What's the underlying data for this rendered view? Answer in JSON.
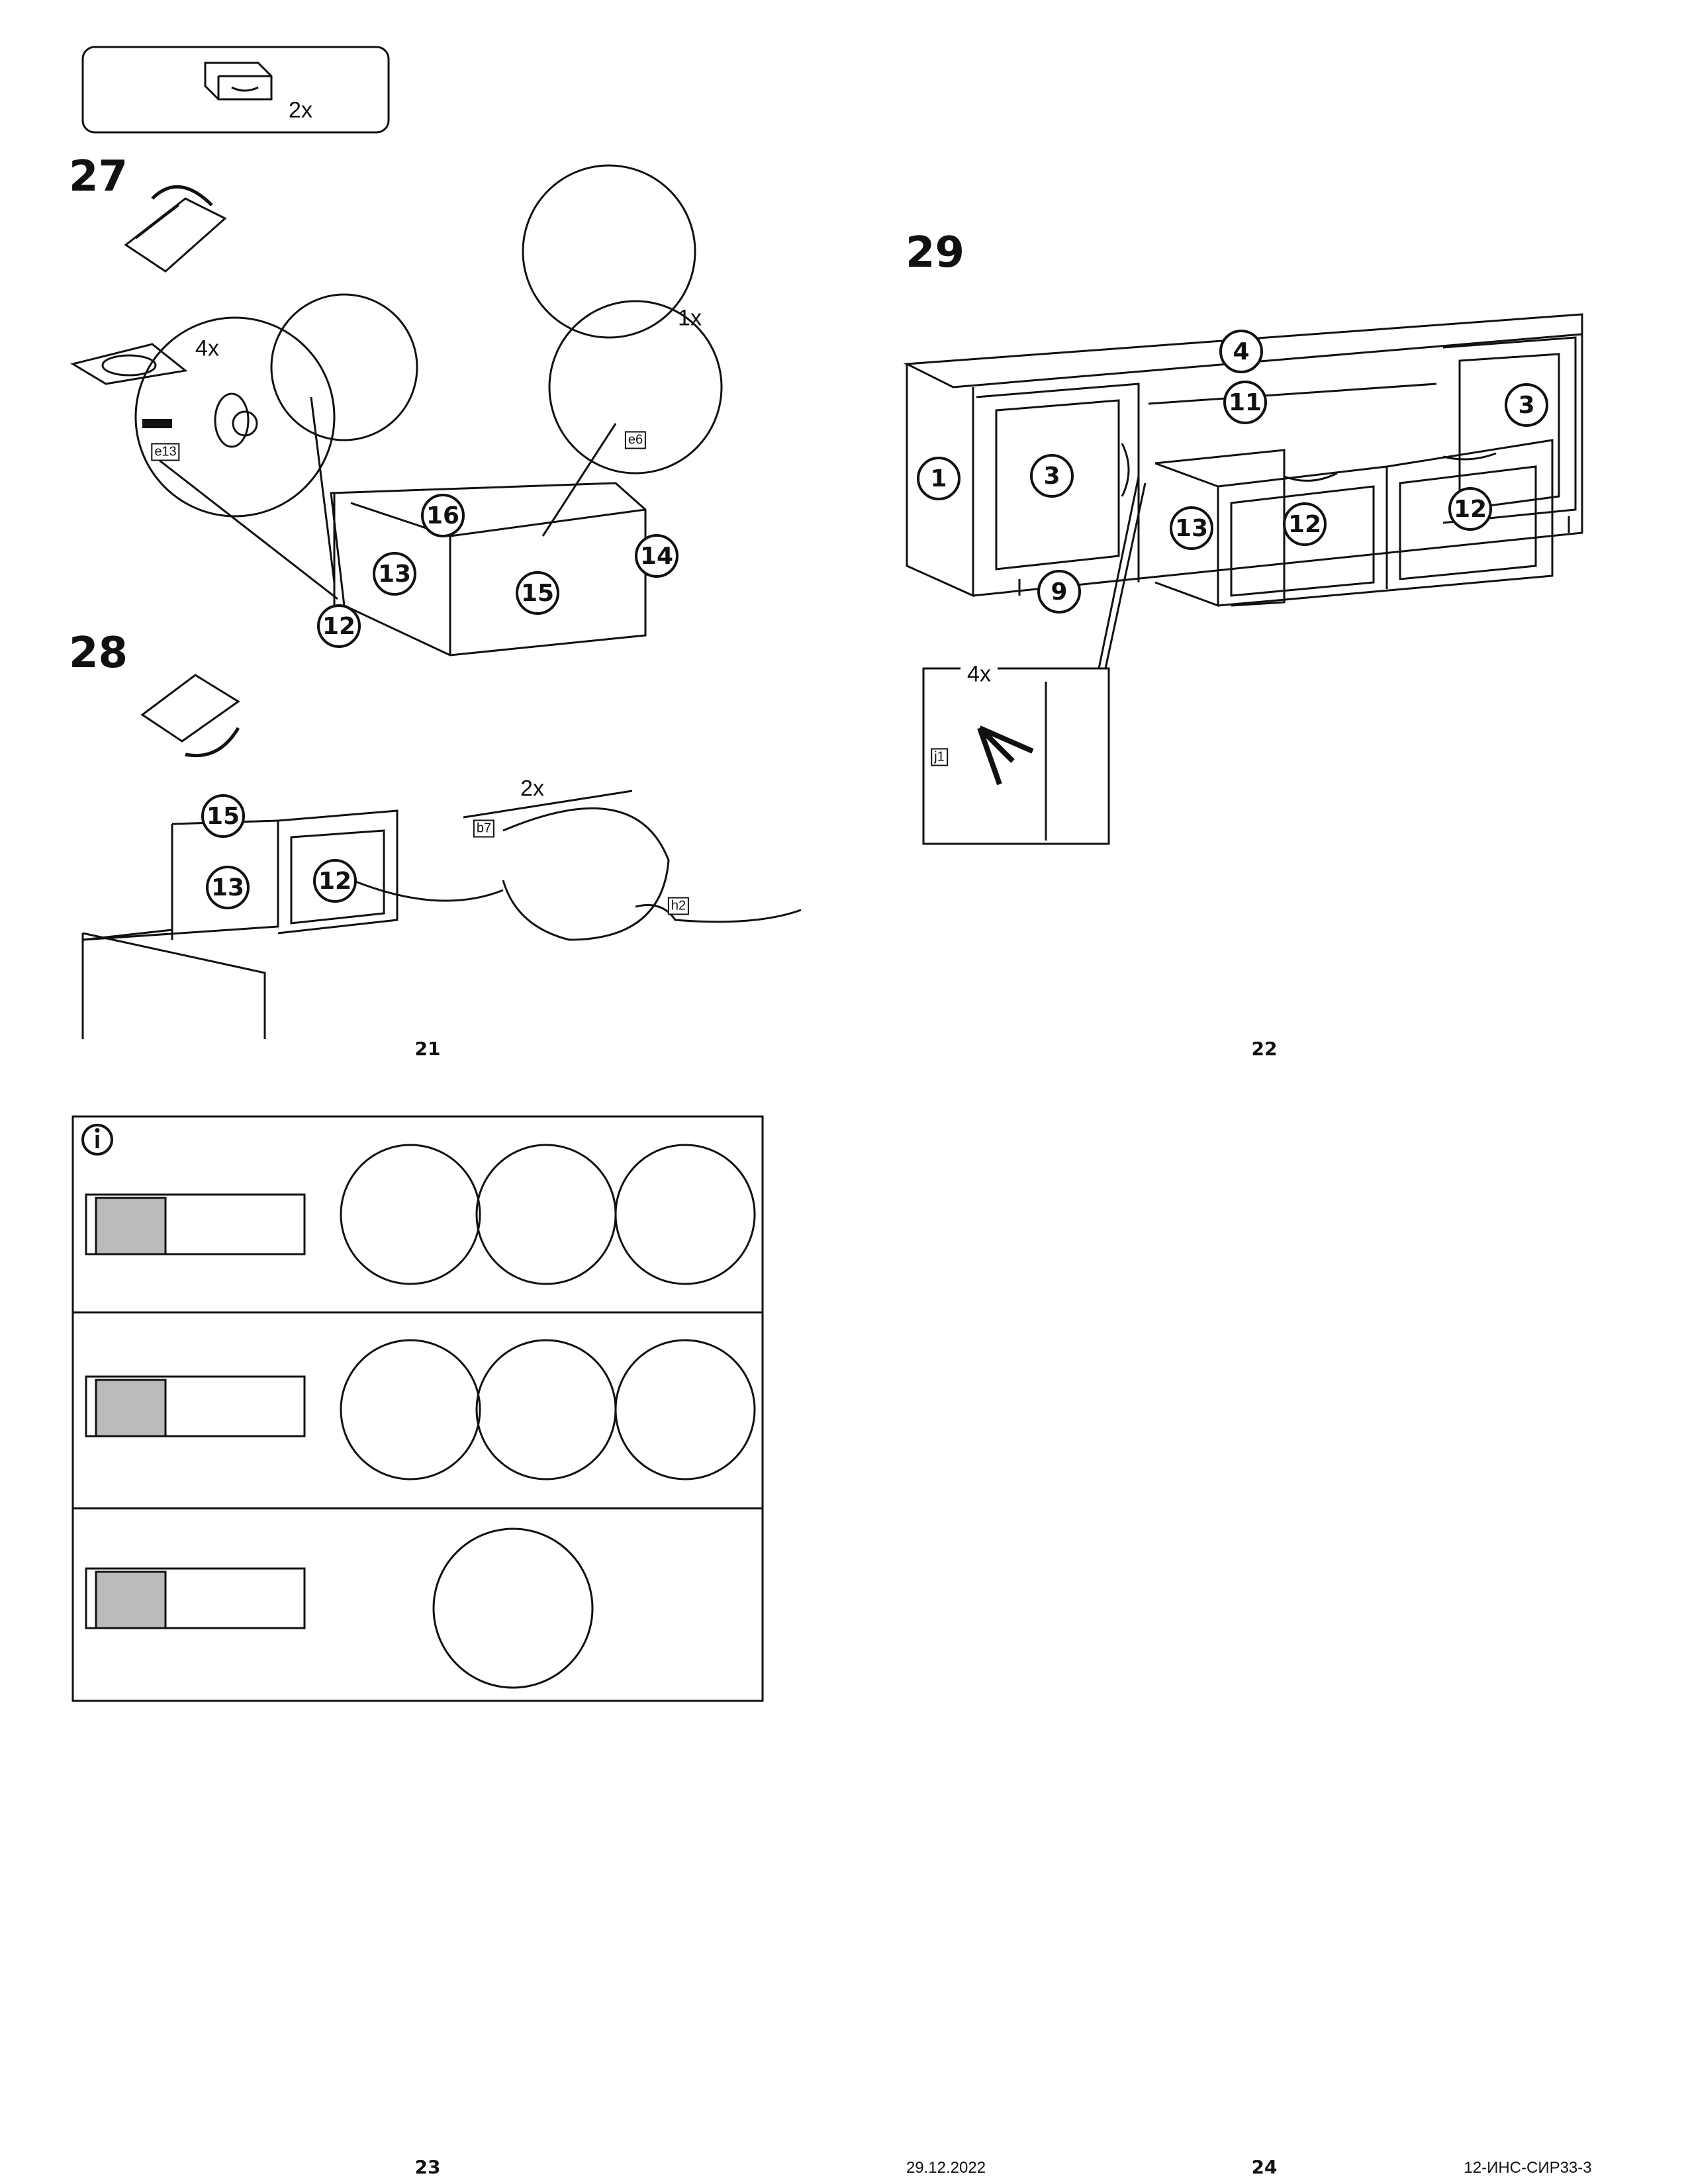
{
  "header_box": {
    "quantity": "2x",
    "icon": "drawer-icon"
  },
  "steps": [
    {
      "number": "27",
      "callouts": [
        "16",
        "13",
        "15",
        "14",
        "12"
      ],
      "quantities": [
        "4x",
        "1x"
      ],
      "part_codes": [
        "e13",
        "e6"
      ]
    },
    {
      "number": "28",
      "callouts": [
        "15",
        "13",
        "12"
      ],
      "quantities": [
        "2x"
      ],
      "part_codes": [
        "b7",
        "h2"
      ]
    },
    {
      "number": "29",
      "callouts": [
        "4",
        "11",
        "3",
        "3",
        "1",
        "13",
        "12",
        "12",
        "9"
      ],
      "quantities": [
        "4x"
      ],
      "part_codes": [
        "j1"
      ]
    }
  ],
  "info_panel": {
    "icon": "info-icon",
    "rows": [
      "adjust-vertical",
      "adjust-depth",
      "adjust-horizontal"
    ]
  },
  "page_numbers": {
    "top_left": "21",
    "top_right": "22",
    "bottom_left": "23",
    "bottom_right": "24"
  },
  "footer": {
    "date": "29.12.2022",
    "doc_code": "12-ИНС-СИР33-3"
  }
}
